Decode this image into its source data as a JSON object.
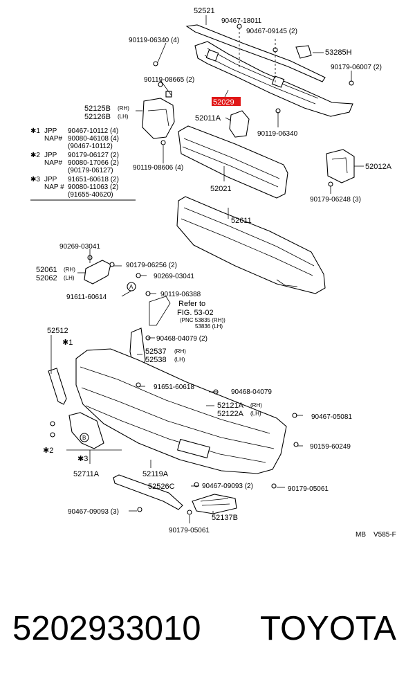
{
  "callouts": {
    "c52521": "52521",
    "c90467_18011": "90467-18011",
    "c90467_09145": "90467-09145 (2)",
    "c90119_06340_4": "90119-06340 (4)",
    "c53285H": "53285H",
    "c90179_06007": "90179-06007 (2)",
    "c90119_08665": "90119-08665 (2)",
    "c52029": "52029",
    "c52125B": "52125B",
    "c52125B_side": "(RH)",
    "c52126B": "52126B",
    "c52126B_side": "(LH)",
    "c52011A": "52011A",
    "c90119_06340": "90119-06340",
    "c90119_08606": "90119-08606 (4)",
    "c52021": "52021",
    "c52012A": "52012A",
    "c90179_06248": "90179-06248 (3)",
    "c52611": "52611",
    "c90269_03041_a": "90269-03041",
    "c52061": "52061",
    "c52061_side": "(RH)",
    "c52062": "52062",
    "c52062_side": "(LH)",
    "c90179_06256": "90179-06256 (2)",
    "c90269_03041_b": "90269-03041",
    "c90119_06388": "90119-06388",
    "c91611_60614": "91611-60614",
    "refer_line1": "Refer to",
    "refer_line2": "FIG. 53-02",
    "refer_line3": "(PNC 53835 (RH))",
    "refer_line4": "53836 (LH)",
    "c52512": "52512",
    "c90468_04079_a": "90468-04079 (2)",
    "c52537": "52537",
    "c52537_side": "(RH)",
    "c52538": "52538",
    "c52538_side": "(LH)",
    "c91651_60618": "91651-60618",
    "c90468_04079_b": "90468-04079",
    "c52121A": "52121A",
    "c52121A_side": "(RH)",
    "c52122A": "52122A",
    "c52122A_side": "(LH)",
    "c90467_05081": "90467-05081",
    "c90159_60249": "90159-60249",
    "c52711A": "52711A",
    "c52119A": "52119A",
    "c52526C": "52526C",
    "c90467_09093_2": "90467-09093 (2)",
    "c90179_05061_r": "90179-05061",
    "c90467_09093_3": "90467-09093 (3)",
    "c52137B": "52137B",
    "c90179_05061_b": "90179-05061",
    "c_mb": "MB",
    "c_v585": "V585-F",
    "mark_star1": "✱1",
    "mark_star2": "✱2",
    "mark_star3": "✱3",
    "mark_A": "A",
    "mark_B": "B"
  },
  "legend": [
    {
      "mark": "✱1",
      "rows": [
        [
          "JPP",
          "90467-10112 (4)"
        ],
        [
          "NAP#",
          "90080-46108 (4)"
        ],
        [
          "",
          "(90467-10112)"
        ]
      ]
    },
    {
      "mark": "✱2",
      "rows": [
        [
          "JPP",
          "90179-06127 (2)"
        ],
        [
          "NAP#",
          "90080-17066 (2)"
        ],
        [
          "",
          "(90179-06127)"
        ]
      ]
    },
    {
      "mark": "✱3",
      "rows": [
        [
          "JPP",
          "91651-60618 (2)"
        ],
        [
          "NAP #",
          "90080-11063 (2)"
        ],
        [
          "",
          "(91655-40620)"
        ]
      ]
    }
  ],
  "footer": {
    "part_number": "5202933010",
    "brand": "TOYOTA"
  },
  "colors": {
    "highlight": "#e01818",
    "line": "#000000",
    "background": "#ffffff"
  }
}
